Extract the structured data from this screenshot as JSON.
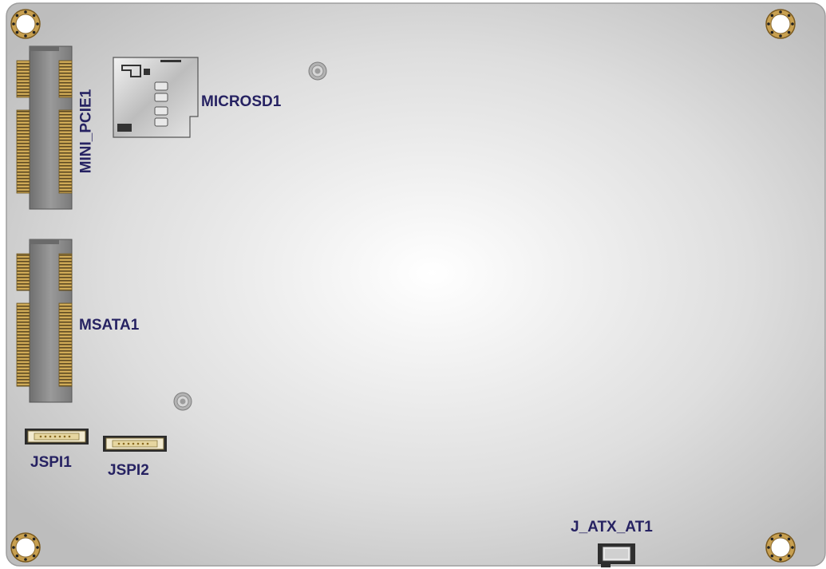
{
  "title": "",
  "board": {
    "labels": {
      "mini_pcie": "MINI_PCIE1",
      "microsd": "MICROSD1",
      "msata": "MSATA1",
      "jspi1": "JSPI1",
      "jspi2": "JSPI2",
      "jatx": "J_ATX_AT1"
    },
    "colors": {
      "label": "#262262",
      "board_center": "#ffffff",
      "board_edge": "#bdbdbd",
      "gold_pin": "#c9a24a",
      "slot_body": "#8a8a8a"
    }
  }
}
